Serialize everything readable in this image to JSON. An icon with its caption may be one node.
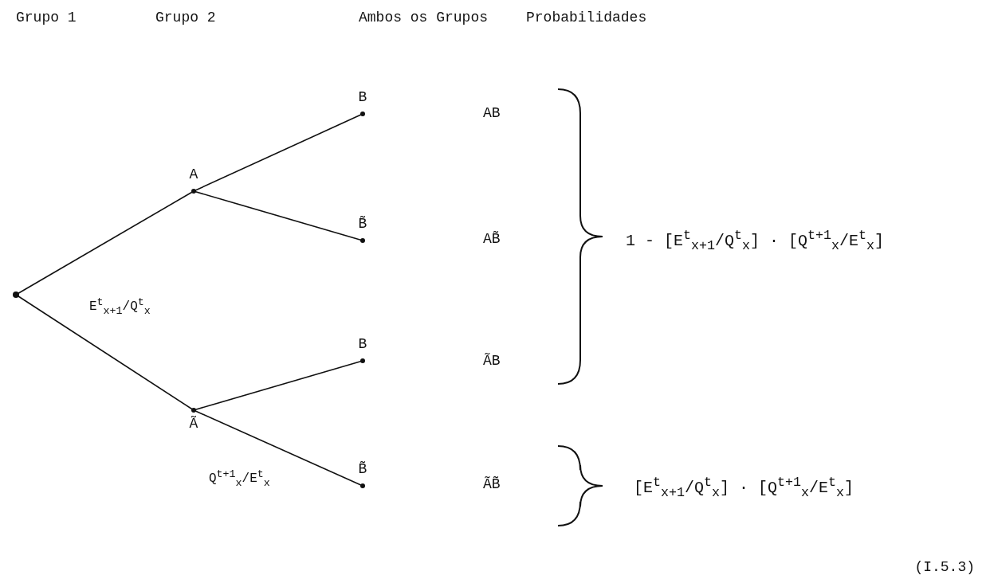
{
  "diagram": {
    "caption": "(I.5.3)",
    "nodes": [
      {
        "text": [],
        "shape": "dot"
      },
      {
        "text": [
          "A"
        ]
      },
      {
        "text": [
          "Ã"
        ]
      },
      {
        "text": [
          "B"
        ]
      },
      {
        "text": [
          "B̃"
        ]
      },
      {
        "text": [
          "B"
        ]
      },
      {
        "text": [
          "B̃"
        ]
      }
    ],
    "edges": [
      {
        "from": 0,
        "to": 1,
        "arrow": "none"
      },
      {
        "from": 0,
        "to": 2,
        "arrow": "none",
        "label": "E$^{t}$$_{x+1}$/Q$^{t}$$_{x}$"
      },
      {
        "from": 1,
        "to": 3,
        "arrow": "none"
      },
      {
        "from": 1,
        "to": 4,
        "arrow": "none"
      },
      {
        "from": 2,
        "to": 5,
        "arrow": "none"
      },
      {
        "from": 2,
        "to": 6,
        "arrow": "none",
        "label": "Q$^{t+1}$$_{x}$/E$^{t}$$_{x}$"
      }
    ],
    "labels": [
      "Grupo 1",
      "Grupo 2",
      "Ambos os Grupos",
      "Probabilidades",
      "AB",
      "AB̃",
      "1 - [E$^{t}$$_{x+1}$/Q$^{t}$$_{x}$] · [Q$^{t+1}$$_{x}$/E$^{t}$$_{x}$]",
      "ÃB",
      "ÃB̃",
      "[E$^{t}$$_{x+1}$/Q$^{t}$$_{x}$] · [Q$^{t+1}$$_{x}$/E$^{t}$$_{x}$]"
    ]
  }
}
